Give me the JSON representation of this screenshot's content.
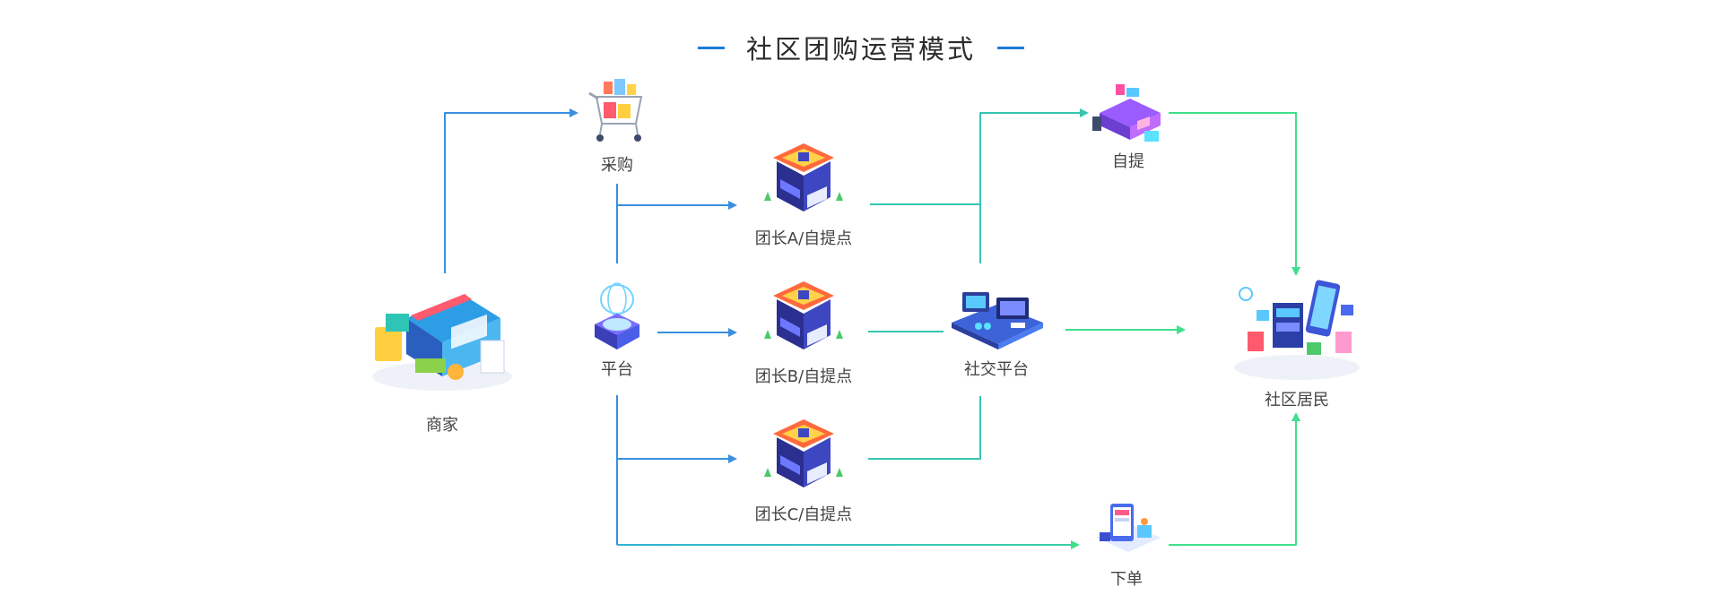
{
  "title": "社区团购运营模式",
  "nodes": {
    "merchant": "商家",
    "purchase": "采购",
    "platform": "平台",
    "leader_a": "团长A/自提点",
    "leader_b": "团长B/自提点",
    "leader_c": "团长C/自提点",
    "social_platform": "社交平台",
    "self_pickup": "自提",
    "order": "下单",
    "residents": "社区居民"
  },
  "colors": {
    "title_dash": "#1f7ad8",
    "arrow_blue": "#3a8fe0",
    "arrow_teal": "#34c6b0",
    "arrow_green": "#3ee08a"
  },
  "icons": {
    "merchant": "storefront-illustration-icon",
    "purchase": "shopping-cart-icon",
    "platform": "platform-pedestal-icon",
    "leader": "shop-building-icon",
    "social_platform": "social-screens-icon",
    "self_pickup": "pickup-store-icon",
    "order": "mobile-order-icon",
    "residents": "community-residents-icon"
  }
}
